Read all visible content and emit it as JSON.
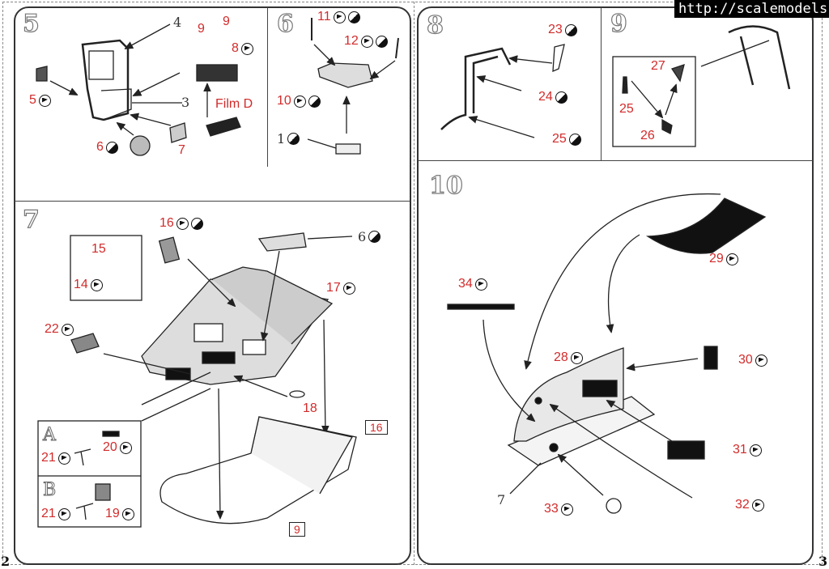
{
  "watermark": "http://scalemodels.ru",
  "page_numbers": {
    "left": "2",
    "right": "3"
  },
  "steps": {
    "s5": "5",
    "s6": "6",
    "s7": "7",
    "s8": "8",
    "s9": "9",
    "s10": "10"
  },
  "step5": {
    "l4": "4",
    "l9a": "9",
    "l9b": "9",
    "l8": "8",
    "l5": "5",
    "l3": "3",
    "film": "Film D",
    "l6": "6",
    "l7": "7"
  },
  "step6": {
    "l11": "11",
    "l12": "12",
    "l10": "10",
    "l1": "1"
  },
  "step7": {
    "l16": "16",
    "l6": "6",
    "l15": "15",
    "l14": "14",
    "l17": "17",
    "l22": "22",
    "l18": "18",
    "box16": "16",
    "a": "A",
    "l20": "20",
    "l21a": "21",
    "b": "B",
    "l21b": "21",
    "l19": "19",
    "box9": "9"
  },
  "step8": {
    "l23": "23",
    "l24": "24",
    "l25": "25"
  },
  "step9": {
    "l27": "27",
    "l25": "25",
    "l26": "26"
  },
  "step10": {
    "l29": "29",
    "l34": "34",
    "l28": "28",
    "l30": "30",
    "l31": "31",
    "l32": "32",
    "l33": "33",
    "l7": "7"
  },
  "icons": {
    "photo_etch": "photo-etch-part-icon",
    "resin": "resin-part-icon"
  },
  "colors": {
    "label": "#d22b2b",
    "line": "#333333"
  }
}
